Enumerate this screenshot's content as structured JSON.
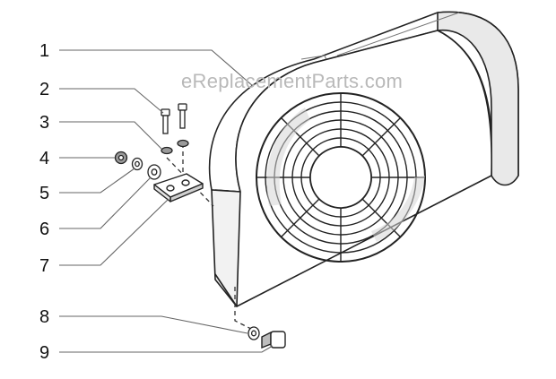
{
  "watermark": "eReplacementParts.com",
  "callouts": [
    "1",
    "2",
    "3",
    "4",
    "5",
    "6",
    "7",
    "8",
    "9"
  ],
  "colors": {
    "line": "#222222",
    "leader": "#666666",
    "shade": "#d0d0d0",
    "watermark": "#b9b9b9"
  }
}
